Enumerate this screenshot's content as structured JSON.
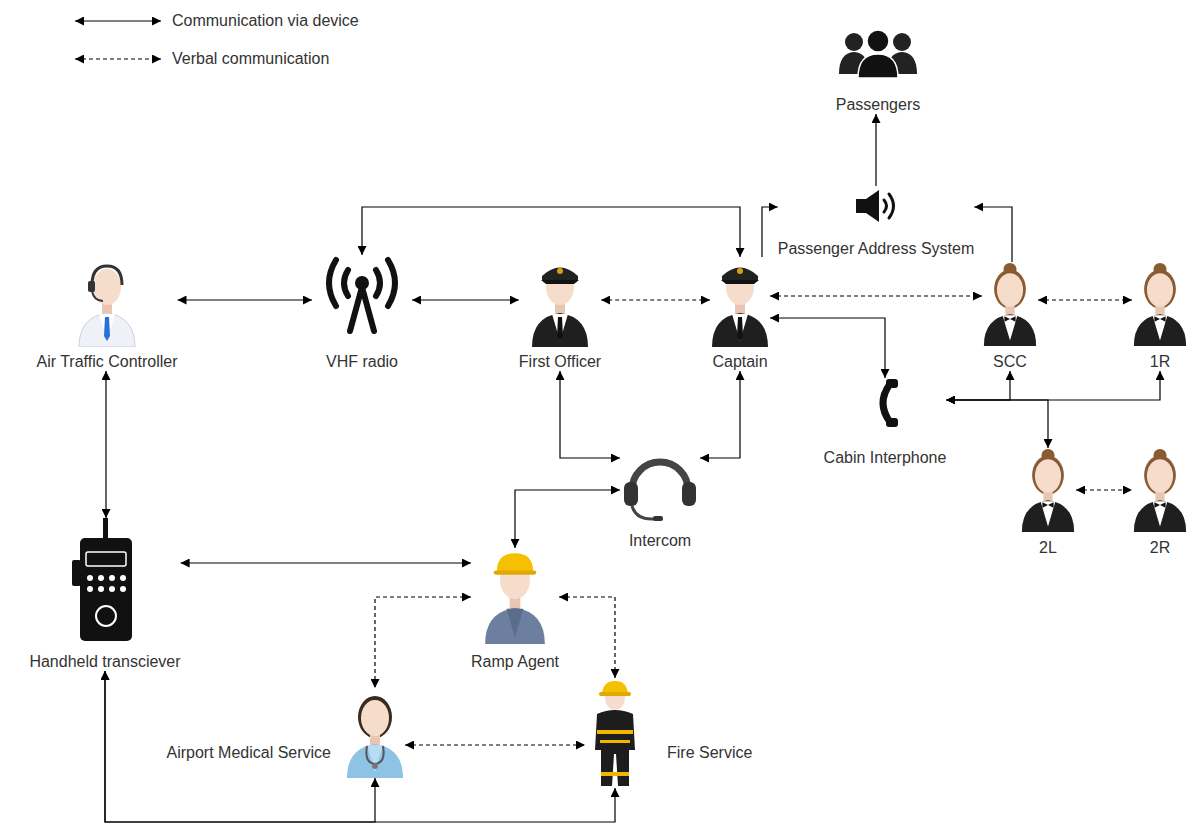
{
  "diagram": {
    "nodes": [
      {
        "text": [
          "Passengers"
        ]
      },
      {
        "text": [
          "Passenger Address System"
        ]
      },
      {
        "text": [
          "Air Traffic Controller"
        ]
      },
      {
        "text": [
          "VHF radio"
        ]
      },
      {
        "text": [
          "First Officer"
        ]
      },
      {
        "text": [
          "Captain"
        ]
      },
      {
        "text": [
          "SCC"
        ]
      },
      {
        "text": [
          "1R"
        ]
      },
      {
        "text": [
          "Cabin Interphone"
        ]
      },
      {
        "text": [
          "Intercom"
        ]
      },
      {
        "text": [
          "2L"
        ]
      },
      {
        "text": [
          "2R"
        ]
      },
      {
        "text": [
          "Handheld transciever"
        ]
      },
      {
        "text": [
          "Ramp Agent"
        ]
      },
      {
        "text": [
          "Airport Medical Service"
        ]
      },
      {
        "text": [
          "Fire Service"
        ]
      }
    ],
    "edges": [
      {
        "from": 2,
        "to": 3,
        "arrow": "both"
      },
      {
        "from": 3,
        "to": 4,
        "arrow": "both"
      },
      {
        "from": 3,
        "to": 5,
        "arrow": "both"
      },
      {
        "from": 4,
        "to": 5,
        "arrow": "both"
      },
      {
        "from": 5,
        "to": 1,
        "arrow": "to"
      },
      {
        "from": 1,
        "to": 0,
        "arrow": "to"
      },
      {
        "from": 6,
        "to": 1,
        "arrow": "to"
      },
      {
        "from": 5,
        "to": 6,
        "arrow": "both"
      },
      {
        "from": 6,
        "to": 7,
        "arrow": "both"
      },
      {
        "from": 5,
        "to": 8,
        "arrow": "both"
      },
      {
        "from": 8,
        "to": 6,
        "arrow": "both"
      },
      {
        "from": 8,
        "to": 7,
        "arrow": "both"
      },
      {
        "from": 8,
        "to": 10,
        "arrow": "both"
      },
      {
        "from": 10,
        "to": 11,
        "arrow": "both"
      },
      {
        "from": 4,
        "to": 9,
        "arrow": "both"
      },
      {
        "from": 5,
        "to": 9,
        "arrow": "both"
      },
      {
        "from": 9,
        "to": 13,
        "arrow": "both"
      },
      {
        "from": 2,
        "to": 12,
        "arrow": "both"
      },
      {
        "from": 12,
        "to": 13,
        "arrow": "both"
      },
      {
        "from": 13,
        "to": 14,
        "arrow": "both"
      },
      {
        "from": 13,
        "to": 15,
        "arrow": "both"
      },
      {
        "from": 14,
        "to": 15,
        "arrow": "both"
      },
      {
        "from": 12,
        "to": 14,
        "arrow": "both"
      },
      {
        "from": 12,
        "to": 15,
        "arrow": "both"
      }
    ],
    "legend": [
      {
        "text": "Communication via device"
      },
      {
        "text": "Verbal communication"
      }
    ]
  }
}
